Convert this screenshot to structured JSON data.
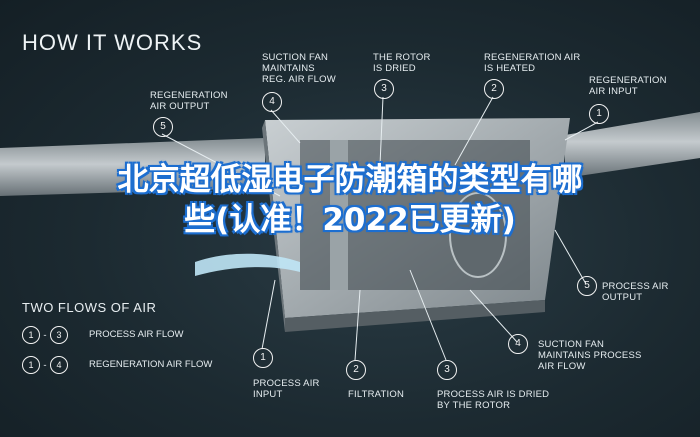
{
  "header": {
    "title": "HOW IT WORKS"
  },
  "headline": "北京超低湿电子防潮箱的类型有哪些(认准！2022已更新)",
  "callouts": [
    {
      "num": "5",
      "text": "REGENERATION\nAIR OUTPUT"
    },
    {
      "num": "4",
      "text": "SUCTION FAN\nMAINTAINS\nREG. AIR FLOW"
    },
    {
      "num": "3",
      "text": "THE ROTOR\nIS DRIED"
    },
    {
      "num": "2",
      "text": "REGENERATION AIR\nIS HEATED"
    },
    {
      "num": "1",
      "text": "REGENERATION\nAIR INPUT"
    },
    {
      "num": "5",
      "text": "PROCESS AIR\nOUTPUT"
    },
    {
      "num": "4",
      "text": "SUCTION FAN\nMAINTAINS PROCESS\nAIR FLOW"
    },
    {
      "num": "1",
      "text": "PROCESS AIR\nINPUT"
    },
    {
      "num": "2",
      "text": "FILTRATION"
    },
    {
      "num": "3",
      "text": "PROCESS AIR IS DRIED\nBY THE ROTOR"
    }
  ],
  "legend": {
    "title": "TWO FLOWS OF AIR",
    "rows": [
      {
        "from": "1",
        "to": "3",
        "label": "PROCESS AIR FLOW"
      },
      {
        "from": "1",
        "to": "4",
        "label": "REGENERATION AIR FLOW"
      }
    ]
  },
  "colors": {
    "accent": "#1e6fd0",
    "background": "#1c2a31"
  }
}
